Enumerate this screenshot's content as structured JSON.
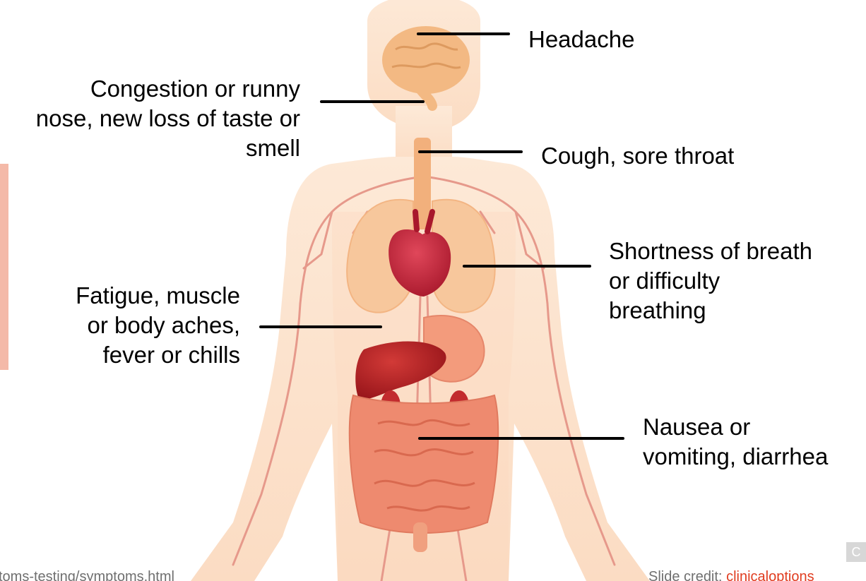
{
  "labels": {
    "headache": [
      "Headache"
    ],
    "congestion": [
      "Congestion or runny",
      "nose, new loss of taste or",
      "smell"
    ],
    "cough": [
      "Cough, sore throat"
    ],
    "shortness": [
      "Shortness of breath",
      "or difficulty",
      "breathing"
    ],
    "fatigue": [
      "Fatigue, muscle",
      "or body aches,",
      "fever or chills"
    ],
    "nausea": [
      "Nausea or",
      "vomiting, diarrhea"
    ]
  },
  "footer": {
    "url_fragment": "toms-testing/symptoms.html",
    "credit_prefix": "Slide credit: ",
    "credit_link": "clinicaloptions"
  },
  "corner_glyph": "C",
  "colors": {
    "skin": "#fbe2cc",
    "skin_edge": "#f6cfae",
    "brain": "#f3b983",
    "lungs": "#f7c79c",
    "heart": "#c8283a",
    "liver": "#b32025",
    "intestines": "#ee8a6f",
    "vessels": "#e6998b",
    "accent_bar": "#f4b9a8",
    "credit_link": "#e03c1f",
    "label_text": "#000000"
  }
}
